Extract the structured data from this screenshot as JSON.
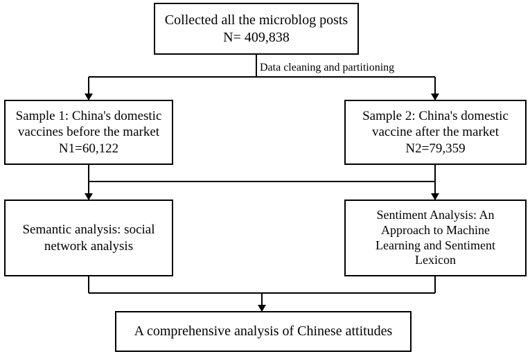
{
  "nodes": {
    "collected": {
      "line1": "Collected all the microblog posts",
      "line2": "N= 409,838"
    },
    "sample1": {
      "line1": "Sample 1: China's domestic",
      "line2": "vaccines before the market",
      "line3": "N1=60,122"
    },
    "sample2": {
      "line1": "Sample 2: China's domestic",
      "line2": "vaccine after the market",
      "line3": "N2=79,359"
    },
    "semantic": {
      "line1": "Semantic analysis: social",
      "line2": "network analysis"
    },
    "sentiment": {
      "line1": "Sentiment Analysis: An",
      "line2": "Approach to Machine",
      "line3": "Learning and Sentiment",
      "line4": "Lexicon"
    },
    "comprehensive": {
      "line1": "A comprehensive analysis of Chinese attitudes"
    }
  },
  "edges": {
    "cleaning_label": "Data cleaning and partitioning"
  }
}
